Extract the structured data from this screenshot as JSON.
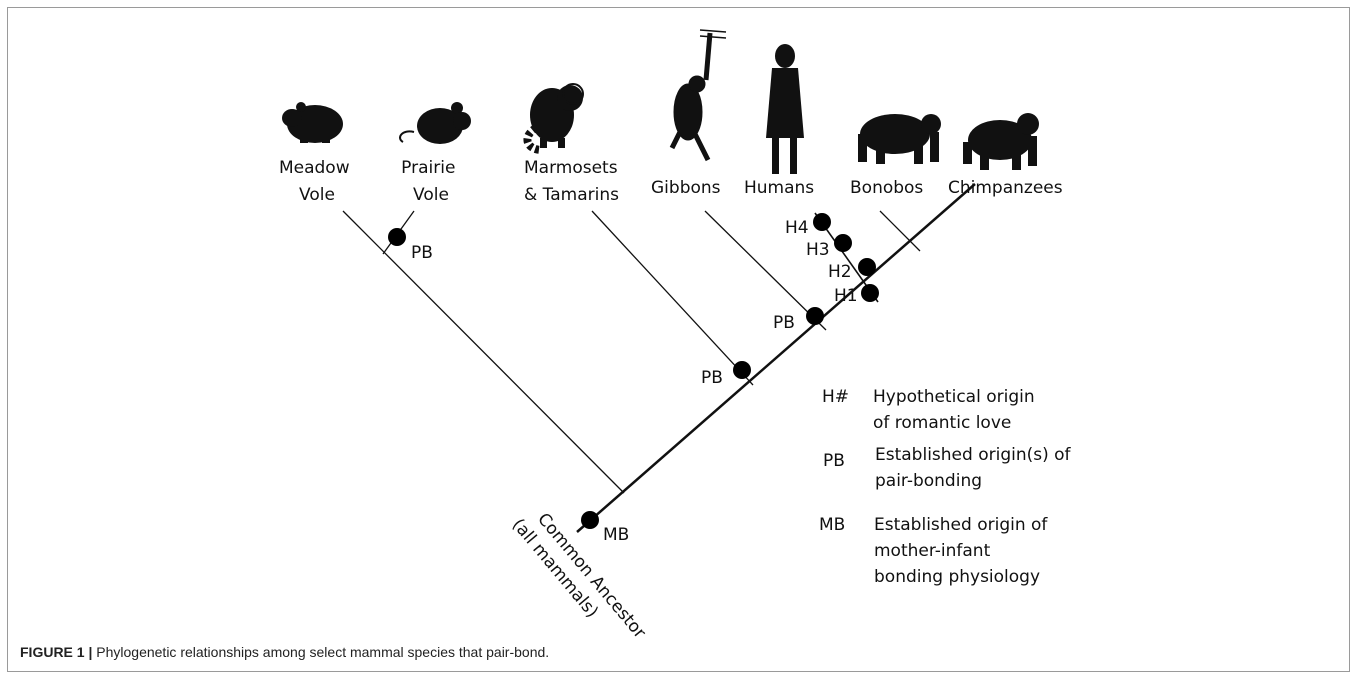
{
  "species": [
    {
      "id": "meadow-vole",
      "lines": [
        "Meadow",
        "Vole"
      ]
    },
    {
      "id": "prairie-vole",
      "lines": [
        "Prairie",
        "Vole"
      ]
    },
    {
      "id": "marmosets",
      "lines": [
        "Marmosets",
        "& Tamarins"
      ]
    },
    {
      "id": "gibbons",
      "lines": [
        "Gibbons"
      ]
    },
    {
      "id": "humans",
      "lines": [
        "Humans"
      ]
    },
    {
      "id": "bonobos",
      "lines": [
        "Bonobos"
      ]
    },
    {
      "id": "chimpanzees",
      "lines": [
        "Chimpanzees"
      ]
    }
  ],
  "root_label": [
    "Common Ancestor",
    "(all mammals)"
  ],
  "markers": {
    "mb": "MB",
    "pb_vole": "PB",
    "pb_marmoset": "PB",
    "pb_gibbon": "PB",
    "h1": "H1",
    "h2": "H2",
    "h3": "H3",
    "h4": "H4"
  },
  "legend": [
    {
      "code": "H#",
      "lines": [
        "Hypothetical origin",
        "of romantic love"
      ]
    },
    {
      "code": "PB",
      "lines": [
        "Established origin(s) of",
        "pair-bonding"
      ]
    },
    {
      "code": "MB",
      "lines": [
        "Established origin of",
        "mother-infant",
        "bonding physiology"
      ]
    }
  ],
  "caption": {
    "label": "FIGURE 1 |",
    "text": " Phylogenetic relationships among select mammal species that pair-bond."
  },
  "icons": [
    "meadow-vole-silhouette-icon",
    "prairie-vole-silhouette-icon",
    "marmoset-silhouette-icon",
    "gibbon-silhouette-icon",
    "human-silhouette-icon",
    "bonobo-silhouette-icon",
    "chimpanzee-silhouette-icon"
  ]
}
